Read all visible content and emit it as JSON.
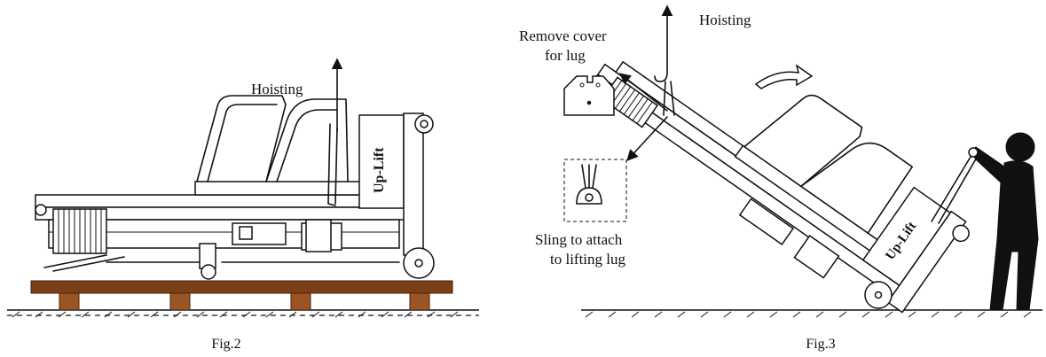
{
  "fig2": {
    "hoisting_label": "Hoisting",
    "brand_text": "Up-Lift",
    "caption": "Fig.2"
  },
  "fig3": {
    "hoisting_label": "Hoisting",
    "remove_cover_line1": "Remove cover",
    "remove_cover_line2": "for lug",
    "sling_line1": "Sling to attach",
    "sling_line2": "to lifting lug",
    "brand_text": "Up-Lift",
    "caption": "Fig.3"
  },
  "colors": {
    "ink": "#111111",
    "pallet_wood": "#7a3f17",
    "person": "#111111"
  }
}
